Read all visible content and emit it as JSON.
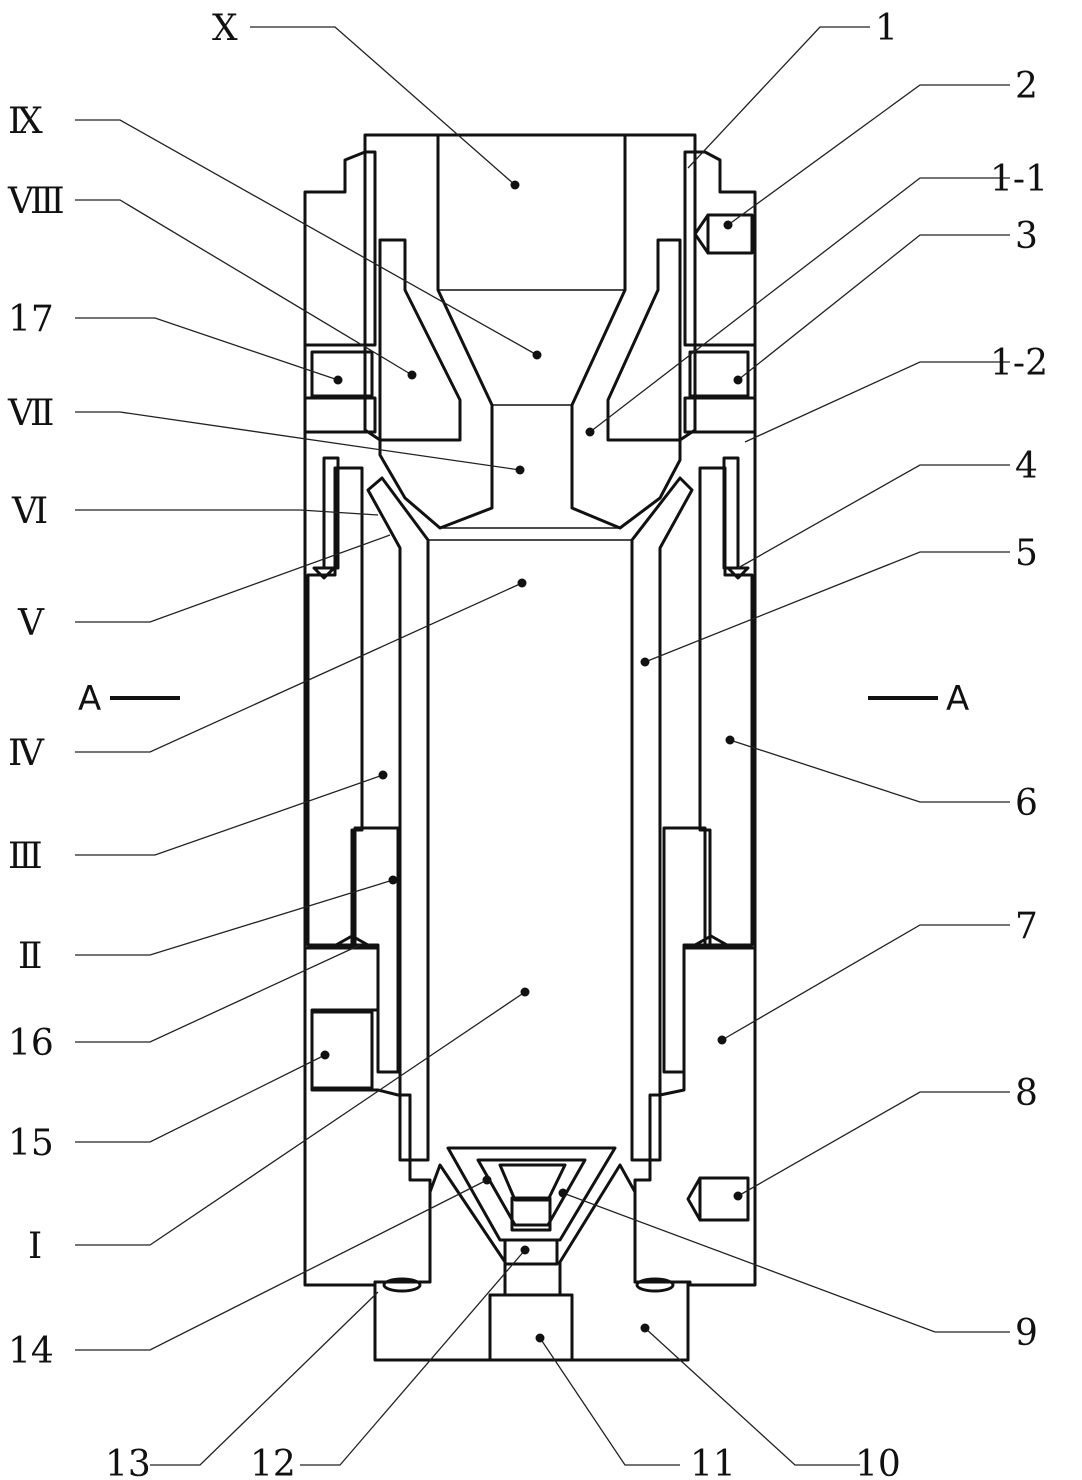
{
  "figure": {
    "section_mark": "A",
    "left_labels": [
      "Ⅸ",
      "Ⅷ",
      "17",
      "Ⅶ",
      "Ⅵ",
      "Ⅴ",
      "Ⅳ",
      "Ⅲ",
      "Ⅱ",
      "16",
      "15",
      "Ⅰ",
      "14"
    ],
    "right_labels": [
      "1",
      "2",
      "1-1",
      "3",
      "1-2",
      "4",
      "5",
      "6",
      "7",
      "8",
      "9"
    ],
    "top_labels": [
      "Ⅹ"
    ],
    "bottom_labels": [
      "13",
      "12",
      "11",
      "10"
    ]
  }
}
